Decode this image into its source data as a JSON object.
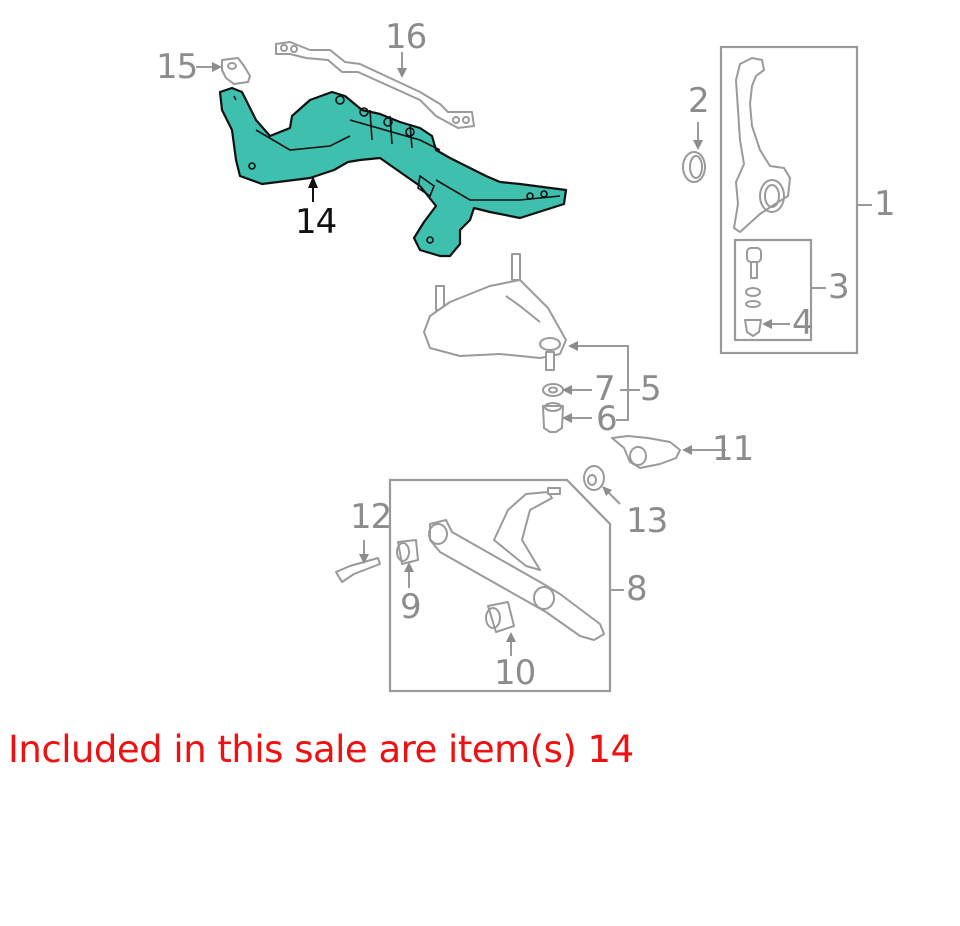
{
  "diagram": {
    "title": "Front suspension / subframe parts diagram",
    "highlight_color": "#3fbfae",
    "callouts": [
      {
        "id": "1",
        "label": "1",
        "part": "steering-knuckle-assembly"
      },
      {
        "id": "2",
        "label": "2",
        "part": "dust-seal"
      },
      {
        "id": "3",
        "label": "3",
        "part": "ball-joint-kit"
      },
      {
        "id": "4",
        "label": "4",
        "part": "ball-joint-boot"
      },
      {
        "id": "5",
        "label": "5",
        "part": "upper-control-arm"
      },
      {
        "id": "6",
        "label": "6",
        "part": "bushing"
      },
      {
        "id": "7",
        "label": "7",
        "part": "washer"
      },
      {
        "id": "8",
        "label": "8",
        "part": "lower-control-arm"
      },
      {
        "id": "9",
        "label": "9",
        "part": "bushing"
      },
      {
        "id": "10",
        "label": "10",
        "part": "bushing"
      },
      {
        "id": "11",
        "label": "11",
        "part": "compliance-bushing"
      },
      {
        "id": "12",
        "label": "12",
        "part": "bolt"
      },
      {
        "id": "13",
        "label": "13",
        "part": "bushing"
      },
      {
        "id": "14",
        "label": "14",
        "part": "front-subframe",
        "highlighted": true
      },
      {
        "id": "15",
        "label": "15",
        "part": "mount-bracket"
      },
      {
        "id": "16",
        "label": "16",
        "part": "stiffener-bar"
      }
    ]
  },
  "caption": {
    "text": "Included in this sale are item(s) 14",
    "color": "#ee1111"
  }
}
